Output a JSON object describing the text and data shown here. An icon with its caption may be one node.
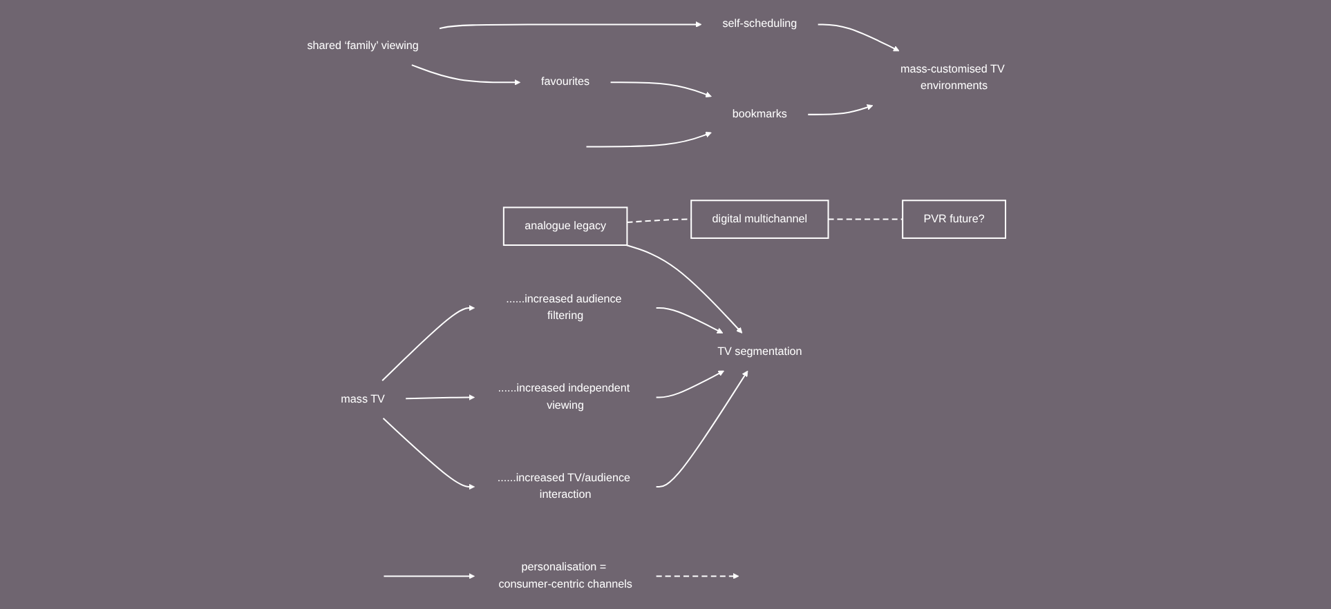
{
  "diagram": {
    "nodes": [
      {
        "text": [
          "analogue legacy"
        ]
      },
      {
        "text": [
          "digital multichannel"
        ]
      },
      {
        "text": [
          "PVR future?"
        ]
      },
      {
        "text": [
          "self-scheduling"
        ]
      },
      {
        "text": [
          "shared ‘family’ viewing"
        ]
      },
      {
        "text": [
          "favourites"
        ]
      },
      {
        "text": [
          "bookmarks"
        ]
      },
      {
        "text": [
          "mass-customised TV environments"
        ]
      },
      {
        "text": [
          "personalisation = consumer-centric channels"
        ]
      },
      {
        "text": [
          "mass TV"
        ]
      },
      {
        "text": [
          "......increased audience filtering"
        ]
      },
      {
        "text": [
          "......increased independent viewing"
        ]
      },
      {
        "text": [
          "......increased TV/audience interaction"
        ]
      },
      {
        "text": [
          "TV segmentation"
        ]
      }
    ],
    "edges": [
      {
        "from": 0,
        "to": 1,
        "arrow": "none",
        "style": "dashed"
      },
      {
        "from": 1,
        "to": 2,
        "arrow": "none",
        "style": "dashed"
      },
      {
        "from": 4,
        "to": 3,
        "arrow": "to"
      },
      {
        "from": 3,
        "to": 7,
        "arrow": "to"
      },
      {
        "from": 4,
        "to": 5,
        "arrow": "to"
      },
      {
        "from": 5,
        "to": 6,
        "arrow": "to"
      },
      {
        "from": 6,
        "to": 7,
        "arrow": "to"
      },
      {
        "from": null,
        "to": 6,
        "arrow": "to"
      },
      {
        "from": null,
        "to": 8,
        "arrow": "to"
      },
      {
        "from": 8,
        "to": null,
        "arrow": "to",
        "style": "dashed"
      },
      {
        "from": 0,
        "to": 13,
        "arrow": "to"
      },
      {
        "from": 9,
        "to": 10,
        "arrow": "to"
      },
      {
        "from": 9,
        "to": 11,
        "arrow": "to"
      },
      {
        "from": 9,
        "to": 12,
        "arrow": "to"
      },
      {
        "from": 10,
        "to": 13,
        "arrow": "to"
      },
      {
        "from": 11,
        "to": 13,
        "arrow": "to"
      },
      {
        "from": 12,
        "to": 13,
        "arrow": "to"
      }
    ]
  }
}
